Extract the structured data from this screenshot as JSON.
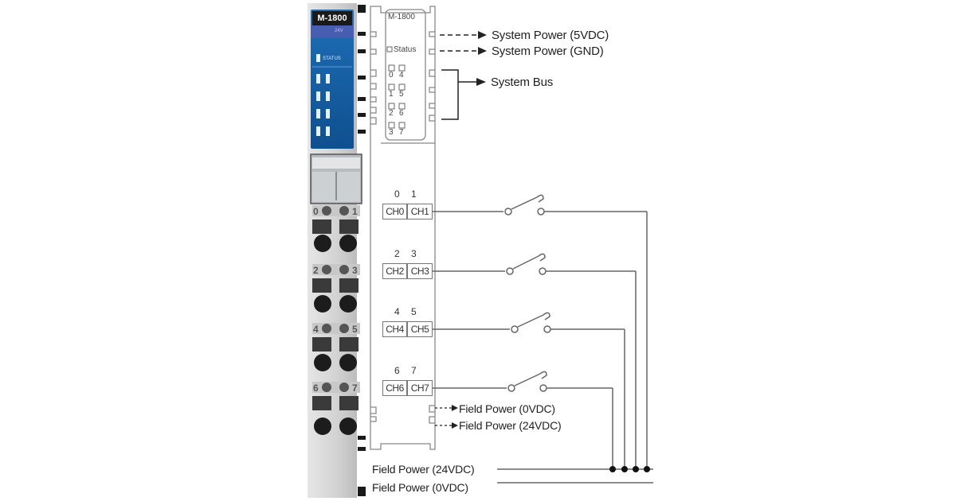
{
  "module": {
    "model": "M-1800",
    "voltage_tag": "24V",
    "status_label": "STATUS",
    "face_color": "#1565a8",
    "housing_color": "#d8d8d8"
  },
  "schematic": {
    "model_label": "M-1800",
    "status_label": "Status",
    "led_labels": [
      "0",
      "4",
      "1",
      "5",
      "2",
      "6",
      "3",
      "7"
    ]
  },
  "system_connections": [
    {
      "label": "System Power (5VDC)",
      "style": "dashed-arrow"
    },
    {
      "label": "System Power (GND)",
      "style": "dashed-arrow"
    },
    {
      "label": "System Bus",
      "style": "bracket-arrow"
    }
  ],
  "channels": [
    {
      "pair": [
        "0",
        "1"
      ],
      "boxes": [
        "CH0",
        "CH1"
      ]
    },
    {
      "pair": [
        "2",
        "3"
      ],
      "boxes": [
        "CH2",
        "CH3"
      ]
    },
    {
      "pair": [
        "4",
        "5"
      ],
      "boxes": [
        "CH4",
        "CH5"
      ]
    },
    {
      "pair": [
        "6",
        "7"
      ],
      "boxes": [
        "CH6",
        "CH7"
      ]
    }
  ],
  "terminal_numbers": [
    [
      "0",
      "1"
    ],
    [
      "2",
      "3"
    ],
    [
      "4",
      "5"
    ],
    [
      "6",
      "7"
    ]
  ],
  "field_connections": [
    {
      "label": "Field Power (0VDC)",
      "style": "dashed-arrow"
    },
    {
      "label": "Field Power (24VDC)",
      "style": "dashed-arrow"
    }
  ],
  "field_bus": [
    {
      "label": "Field Power (24VDC)",
      "junctions": 4
    },
    {
      "label": "Field Power (0VDC)",
      "junctions": 0
    }
  ],
  "switch_count": 4
}
